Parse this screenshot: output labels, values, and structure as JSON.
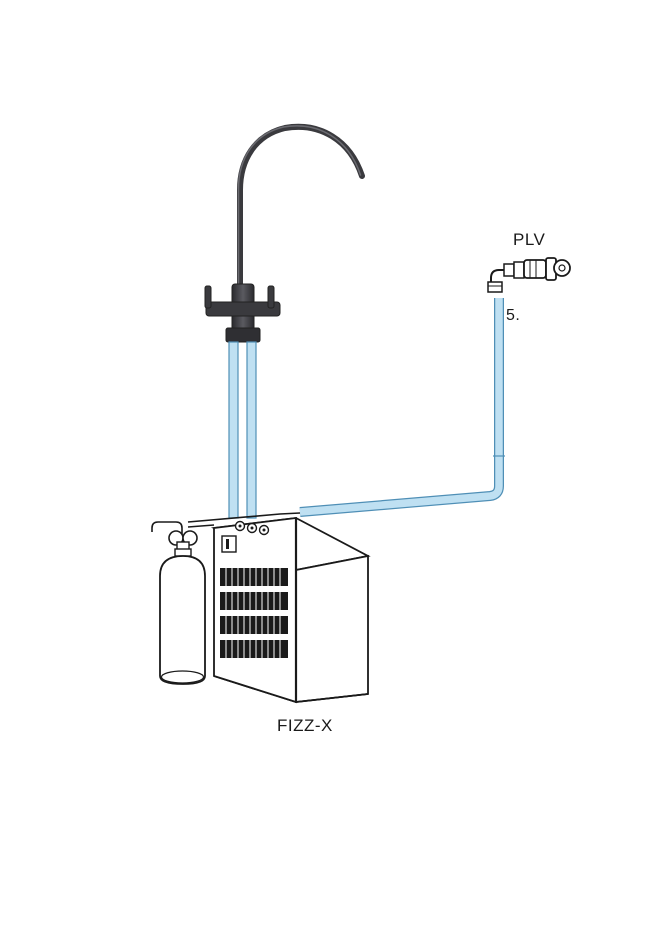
{
  "labels": {
    "valve": "PLV",
    "valve_step": "5.",
    "unit": "FIZZ-X"
  },
  "colors": {
    "tube_fill": "#bfe0f2",
    "tube_edge": "#4f8fb6",
    "metal": "#3a3a3e",
    "line": "#1a1a1a"
  },
  "icons": {
    "faucet": "faucet-icon",
    "valve": "pressure-limiting-valve-icon",
    "co2": "gas-cylinder-icon",
    "unit": "carbonator-chiller-unit-icon"
  }
}
